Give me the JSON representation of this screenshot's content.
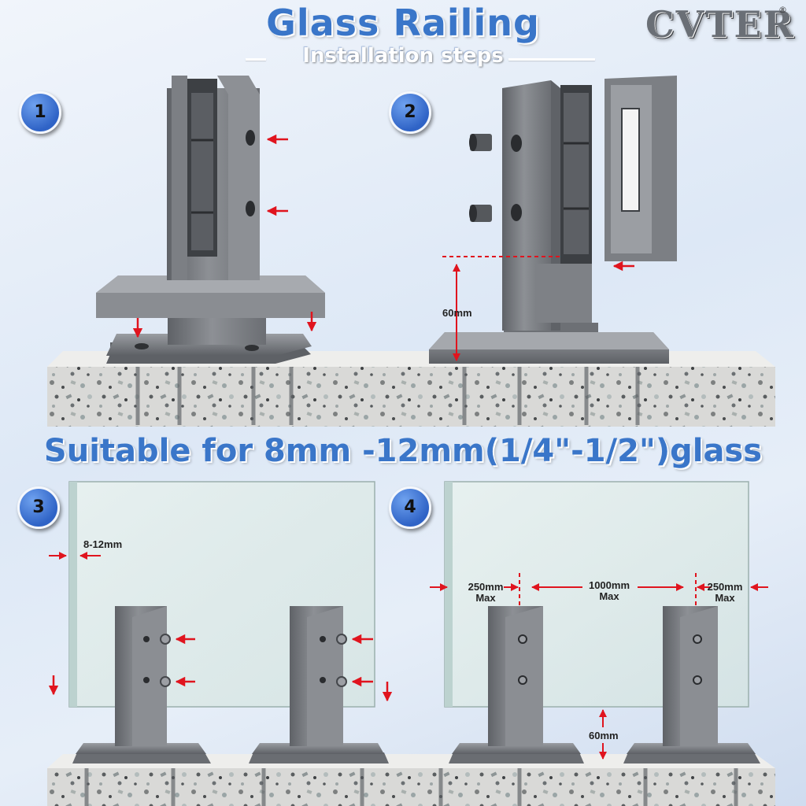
{
  "header": {
    "title": "Glass Railing",
    "subtitle": "Installation steps",
    "brand": "CVTER",
    "brand_mark": "®"
  },
  "steps": [
    {
      "number": "1"
    },
    {
      "number": "2",
      "dimension": "60mm"
    },
    {
      "number": "3",
      "dimension": "8-12mm"
    },
    {
      "number": "4",
      "left_spacing": "250mm",
      "left_spacing_note": "Max",
      "middle_spacing": "1000mm",
      "middle_spacing_note": "Max",
      "right_spacing": "250mm",
      "right_spacing_note": "Max",
      "bottom_gap": "60mm"
    }
  ],
  "glass_note": "Suitable for 8mm -12mm(1/4\"-1/2\")glass",
  "colors": {
    "accent_blue": "#3a76c9",
    "arrow_red": "#e0141e",
    "metal": "#7b7e83"
  }
}
